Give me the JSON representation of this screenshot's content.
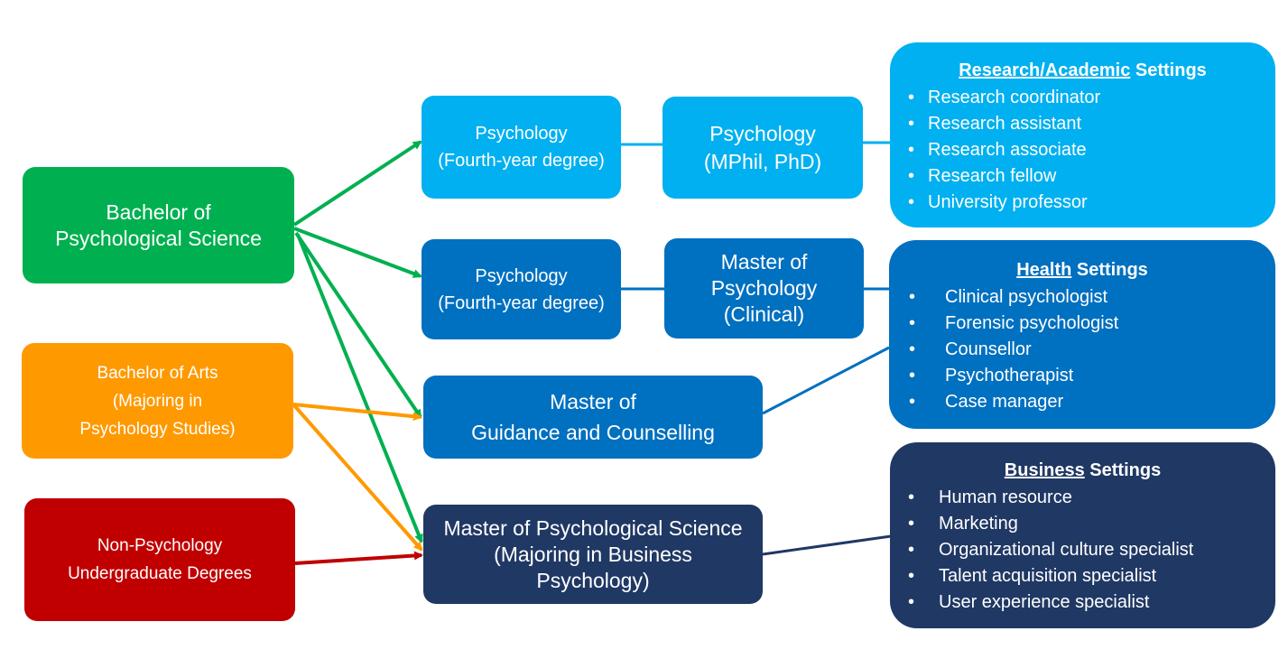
{
  "colors": {
    "green": "#00b050",
    "orange": "#ff9900",
    "red": "#c00000",
    "light_blue": "#00b0f0",
    "mid_blue": "#0070c0",
    "navy": "#203864"
  },
  "undergraduate": {
    "bps": [
      "Bachelor of",
      "Psychological Science"
    ],
    "ba": [
      "Bachelor of Arts",
      "(Majoring in",
      "Psychology Studies)"
    ],
    "nonpsych": [
      "Non-Psychology",
      "Undergraduate Degrees"
    ]
  },
  "programs": {
    "fourth_year_research": [
      "Psychology",
      "(Fourth-year degree)"
    ],
    "mphil_phd": [
      "Psychology",
      "(MPhil, PhD)"
    ],
    "fourth_year_health": [
      "Psychology",
      "(Fourth-year degree)"
    ],
    "master_clinical": [
      "Master of",
      "Psychology",
      "(Clinical)"
    ],
    "master_guidance": [
      "Master of",
      "Guidance and Counselling"
    ],
    "master_business": [
      "Master of Psychological Science",
      "(Majoring in Business",
      "Psychology)"
    ]
  },
  "settings": {
    "research": {
      "title_underlined": "Research/Academic",
      "title_rest": " Settings",
      "items": [
        "Research coordinator",
        "Research assistant",
        "Research associate",
        "Research fellow",
        "University professor"
      ]
    },
    "health": {
      "title_underlined": "Health",
      "title_rest": " Settings",
      "items": [
        "Clinical psychologist",
        "Forensic psychologist",
        "Counsellor",
        "Psychotherapist",
        "Case manager"
      ]
    },
    "business": {
      "title_underlined": "Business",
      "title_rest": " Settings",
      "items": [
        "Human resource",
        "Marketing",
        "Organizational culture specialist",
        "Talent acquisition specialist",
        "User experience specialist"
      ]
    }
  },
  "bullet": "•"
}
